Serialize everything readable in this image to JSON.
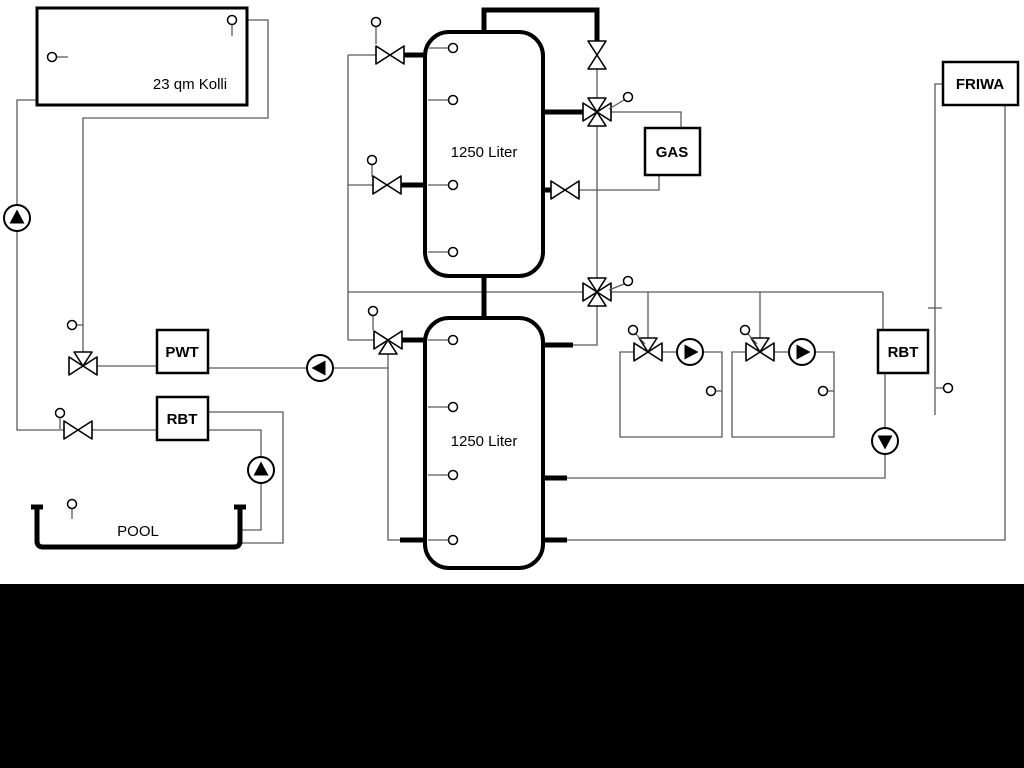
{
  "diagram": {
    "title": "hydraulic-scheme",
    "labels": {
      "collector": "23 qm Kolli",
      "tank_top": "1250 Liter",
      "tank_bottom": "1250 Liter",
      "gas": "GAS",
      "friwa": "FRIWA",
      "pwt": "PWT",
      "rbt_left": "RBT",
      "rbt_right": "RBT",
      "pool": "POOL"
    },
    "symbols": {
      "pump": "circle with solid triangle showing flow direction",
      "valve": "bowtie / three-way triangle valve",
      "sensor": "small open circle on a stem"
    },
    "colors": {
      "background": "#ffffff",
      "pipe_thin": "#5a5a5a",
      "pipe_thick": "#000000",
      "mask": "#000000"
    }
  }
}
